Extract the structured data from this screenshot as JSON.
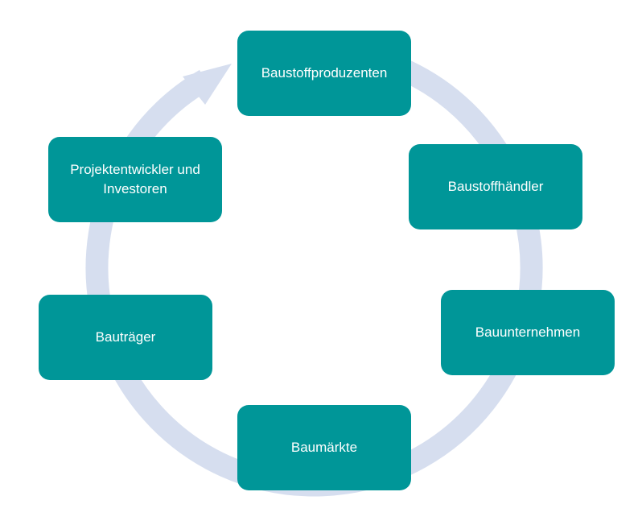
{
  "colors": {
    "node_fill": "#009698",
    "ring": "#d6deef",
    "background": "#ffffff"
  },
  "cycle": {
    "direction": "clockwise",
    "nodes": [
      {
        "id": "baustoffproduzenten",
        "label": "Baustoffproduzenten"
      },
      {
        "id": "baustoffhaendler",
        "label": "Baustoffhändler"
      },
      {
        "id": "bauunternehmen",
        "label": "Bauunternehmen"
      },
      {
        "id": "baumaerkte",
        "label": "Baumärkte"
      },
      {
        "id": "bautraeger",
        "label": "Bauträger"
      },
      {
        "id": "projektentwickler",
        "label": "Projektentwickler und\nInvestoren"
      }
    ]
  }
}
